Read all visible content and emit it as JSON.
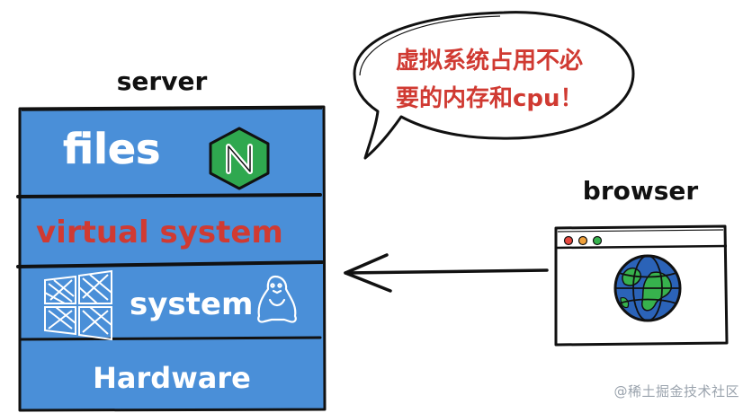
{
  "server": {
    "title": "server",
    "layers": [
      {
        "label": "files"
      },
      {
        "label": "virtual system"
      },
      {
        "label": "system"
      },
      {
        "label": "Hardware"
      }
    ]
  },
  "speech_bubble": {
    "line1": "虚拟系统占用不必",
    "line2": "要的内存和cpu！"
  },
  "browser": {
    "title": "browser"
  },
  "watermark": "@稀土掘金技术社区",
  "colors": {
    "layer_fill": "#4a8fd8",
    "outline": "#111111",
    "red_text": "#d03a32",
    "white_text": "#ffffff",
    "nginx_green": "#2fa84f",
    "globe_blue": "#2b63b8",
    "globe_green": "#37b24d",
    "dot_red": "#e8483f",
    "dot_orange": "#f0a13a",
    "dot_green": "#36b34d"
  },
  "icons": {
    "nginx": "nginx-hexagon-icon",
    "windows": "windows-logo-icon",
    "linux": "tux-penguin-icon",
    "globe": "globe-icon",
    "arrow": "arrow-left-icon"
  }
}
